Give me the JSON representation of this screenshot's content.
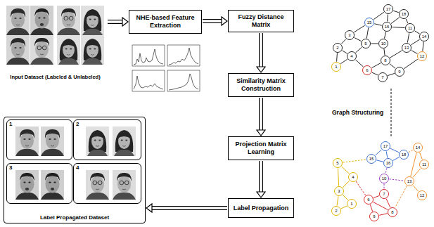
{
  "diagram": {
    "nodes": [
      {
        "text": [
          "Input Dataset (Labeled & Unlabeled)"
        ]
      },
      {
        "text": [
          "NHE-based Feature Extraction"
        ]
      },
      {
        "text": [
          "Fuzzy Distance Matrix"
        ]
      },
      {
        "text": [
          "Similarity Matrix Construction"
        ]
      },
      {
        "text": [
          "Projection Matrix Learning"
        ]
      },
      {
        "text": [
          "Label Propagation"
        ]
      },
      {
        "text": [
          "Label Propagated Dataset"
        ]
      },
      {
        "text": [
          "1"
        ],
        "in": 6
      },
      {
        "text": [
          "2"
        ],
        "in": 6
      },
      {
        "text": [
          "3"
        ],
        "in": 6
      },
      {
        "text": [
          "4"
        ],
        "in": 6
      },
      {
        "text": [
          "1"
        ]
      },
      {
        "text": [
          "2"
        ]
      },
      {
        "text": [
          "3"
        ]
      },
      {
        "text": [
          "4"
        ]
      },
      {
        "text": [
          "5"
        ]
      },
      {
        "text": [
          "6"
        ]
      },
      {
        "text": [
          "7"
        ]
      },
      {
        "text": [
          "8"
        ]
      },
      {
        "text": [
          "9"
        ]
      },
      {
        "text": [
          "10"
        ]
      },
      {
        "text": [
          "11"
        ]
      },
      {
        "text": [
          "12"
        ]
      },
      {
        "text": [
          "13"
        ]
      },
      {
        "text": [
          "14"
        ]
      },
      {
        "text": [
          "15"
        ]
      },
      {
        "text": [
          "16"
        ]
      },
      {
        "text": [
          "17"
        ]
      },
      {
        "text": [
          "18"
        ]
      },
      {
        "text": [
          "1"
        ]
      },
      {
        "text": [
          "2"
        ]
      },
      {
        "text": [
          "3"
        ]
      },
      {
        "text": [
          "4"
        ]
      },
      {
        "text": [
          "5"
        ]
      },
      {
        "text": [
          "6"
        ]
      },
      {
        "text": [
          "7"
        ]
      },
      {
        "text": [
          "8"
        ]
      },
      {
        "text": [
          "9"
        ]
      },
      {
        "text": [
          "10"
        ]
      },
      {
        "text": [
          "11"
        ]
      },
      {
        "text": [
          "12"
        ]
      },
      {
        "text": [
          "13"
        ]
      },
      {
        "text": [
          "14"
        ]
      },
      {
        "text": [
          "15"
        ]
      },
      {
        "text": [
          "16"
        ]
      },
      {
        "text": [
          "17"
        ]
      },
      {
        "text": [
          "18"
        ]
      }
    ],
    "edges": [
      {
        "from": 0,
        "to": 1,
        "arrow": "to"
      },
      {
        "from": 1,
        "to": 2,
        "arrow": "to"
      },
      {
        "from": 2,
        "to": 3,
        "arrow": "to"
      },
      {
        "from": 3,
        "to": 4,
        "arrow": "to"
      },
      {
        "from": 4,
        "to": 5,
        "arrow": "to"
      },
      {
        "from": 5,
        "to": 6,
        "arrow": "to"
      },
      {
        "from": 11,
        "to": 12,
        "arrow": "none"
      },
      {
        "from": 11,
        "to": 14,
        "arrow": "none"
      },
      {
        "from": 12,
        "to": 13,
        "arrow": "none"
      },
      {
        "from": 12,
        "to": 14,
        "arrow": "none"
      },
      {
        "from": 13,
        "to": 15,
        "arrow": "none"
      },
      {
        "from": 13,
        "to": 25,
        "arrow": "none"
      },
      {
        "from": 14,
        "to": 15,
        "arrow": "none"
      },
      {
        "from": 14,
        "to": 16,
        "arrow": "none"
      },
      {
        "from": 15,
        "to": 20,
        "arrow": "none"
      },
      {
        "from": 15,
        "to": 25,
        "arrow": "none"
      },
      {
        "from": 16,
        "to": 17,
        "arrow": "none"
      },
      {
        "from": 16,
        "to": 18,
        "arrow": "none"
      },
      {
        "from": 17,
        "to": 19,
        "arrow": "none"
      },
      {
        "from": 18,
        "to": 19,
        "arrow": "none"
      },
      {
        "from": 18,
        "to": 20,
        "arrow": "none"
      },
      {
        "from": 20,
        "to": 26,
        "arrow": "none"
      },
      {
        "from": 25,
        "to": 26,
        "arrow": "none"
      },
      {
        "from": 25,
        "to": 27,
        "arrow": "none"
      },
      {
        "from": 26,
        "to": 27,
        "arrow": "none"
      },
      {
        "from": 27,
        "to": 28,
        "arrow": "none"
      },
      {
        "from": 26,
        "to": 28,
        "arrow": "none"
      },
      {
        "from": 26,
        "to": 21,
        "arrow": "none"
      },
      {
        "from": 28,
        "to": 21,
        "arrow": "none"
      },
      {
        "from": 21,
        "to": 24,
        "arrow": "none"
      },
      {
        "from": 21,
        "to": 23,
        "arrow": "none"
      },
      {
        "from": 23,
        "to": 24,
        "arrow": "none"
      },
      {
        "from": 23,
        "to": 22,
        "arrow": "none"
      },
      {
        "from": 24,
        "to": 22,
        "arrow": "none"
      },
      {
        "from": 19,
        "to": 22,
        "arrow": "none"
      },
      {
        "from": 23,
        "to": 18,
        "arrow": "none"
      },
      {
        "from": 33,
        "to": 32,
        "arrow": "none"
      },
      {
        "from": 33,
        "to": 31,
        "arrow": "none"
      },
      {
        "from": 32,
        "to": 31,
        "arrow": "none"
      },
      {
        "from": 31,
        "to": 30,
        "arrow": "none"
      },
      {
        "from": 31,
        "to": 29,
        "arrow": "none"
      },
      {
        "from": 30,
        "to": 29,
        "arrow": "none"
      },
      {
        "from": 34,
        "to": 35,
        "arrow": "none"
      },
      {
        "from": 35,
        "to": 36,
        "arrow": "none"
      },
      {
        "from": 36,
        "to": 37,
        "arrow": "none"
      },
      {
        "from": 37,
        "to": 34,
        "arrow": "none"
      },
      {
        "from": 34,
        "to": 36,
        "arrow": "none"
      },
      {
        "from": 45,
        "to": 43,
        "arrow": "none"
      },
      {
        "from": 45,
        "to": 44,
        "arrow": "none"
      },
      {
        "from": 45,
        "to": 46,
        "arrow": "none"
      },
      {
        "from": 43,
        "to": 44,
        "arrow": "none"
      },
      {
        "from": 44,
        "to": 46,
        "arrow": "none"
      },
      {
        "from": 42,
        "to": 39,
        "arrow": "none"
      },
      {
        "from": 39,
        "to": 41,
        "arrow": "none"
      },
      {
        "from": 41,
        "to": 40,
        "arrow": "none"
      },
      {
        "from": 42,
        "to": 41,
        "arrow": "none"
      },
      {
        "from": 33,
        "to": 43,
        "arrow": "none"
      },
      {
        "from": 32,
        "to": 34,
        "arrow": "none"
      },
      {
        "from": 44,
        "to": 38,
        "arrow": "none"
      },
      {
        "from": 38,
        "to": 35,
        "arrow": "none"
      },
      {
        "from": 46,
        "to": 42,
        "arrow": "none"
      },
      {
        "from": 41,
        "to": 36,
        "arrow": "none"
      },
      {
        "from": 38,
        "to": 41,
        "arrow": "none"
      }
    ],
    "labels": [
      "Graph Structuring"
    ]
  }
}
